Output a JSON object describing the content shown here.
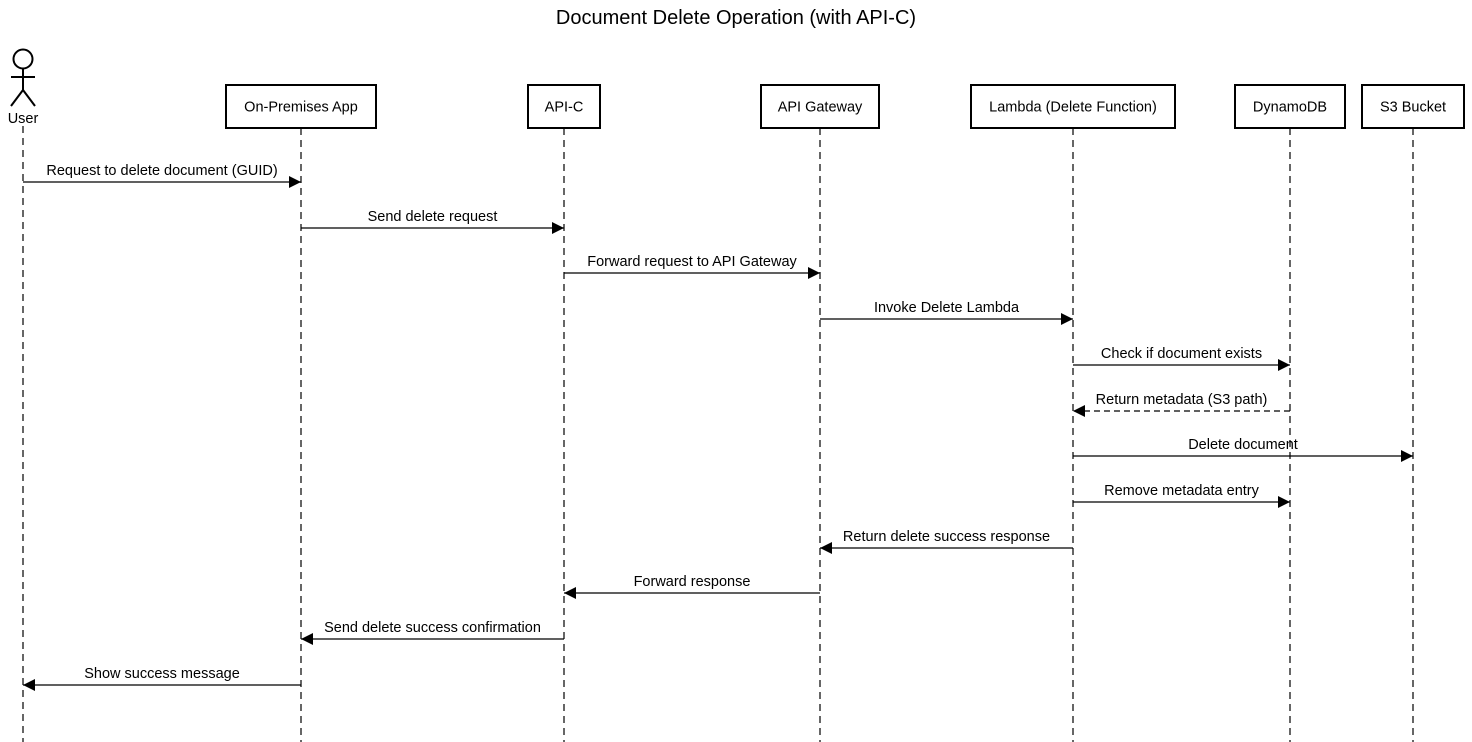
{
  "title": "Document Delete Operation (with API-C)",
  "colors": {
    "line": "#000000",
    "box_fill": "#ffffff",
    "background": "#ffffff"
  },
  "participants": [
    {
      "id": "user",
      "label": "User",
      "kind": "actor"
    },
    {
      "id": "onprem",
      "label": "On-Premises App",
      "kind": "box"
    },
    {
      "id": "apic",
      "label": "API-C",
      "kind": "box"
    },
    {
      "id": "apigw",
      "label": "API Gateway",
      "kind": "box"
    },
    {
      "id": "lambda",
      "label": "Lambda (Delete Function)",
      "kind": "box"
    },
    {
      "id": "dynamo",
      "label": "DynamoDB",
      "kind": "box"
    },
    {
      "id": "s3",
      "label": "S3 Bucket",
      "kind": "box"
    }
  ],
  "messages": [
    {
      "from": "user",
      "to": "onprem",
      "label": "Request to delete document (GUID)",
      "style": "solid"
    },
    {
      "from": "onprem",
      "to": "apic",
      "label": "Send delete request",
      "style": "solid"
    },
    {
      "from": "apic",
      "to": "apigw",
      "label": "Forward request to API Gateway",
      "style": "solid"
    },
    {
      "from": "apigw",
      "to": "lambda",
      "label": "Invoke Delete Lambda",
      "style": "solid"
    },
    {
      "from": "lambda",
      "to": "dynamo",
      "label": "Check if document exists",
      "style": "solid"
    },
    {
      "from": "dynamo",
      "to": "lambda",
      "label": "Return metadata (S3 path)",
      "style": "dashed"
    },
    {
      "from": "lambda",
      "to": "s3",
      "label": "Delete document",
      "style": "solid"
    },
    {
      "from": "lambda",
      "to": "dynamo",
      "label": "Remove metadata entry",
      "style": "solid"
    },
    {
      "from": "lambda",
      "to": "apigw",
      "label": "Return delete success response",
      "style": "solid"
    },
    {
      "from": "apigw",
      "to": "apic",
      "label": "Forward response",
      "style": "solid"
    },
    {
      "from": "apic",
      "to": "onprem",
      "label": "Send delete success confirmation",
      "style": "solid"
    },
    {
      "from": "onprem",
      "to": "user",
      "label": "Show success message",
      "style": "solid"
    }
  ]
}
